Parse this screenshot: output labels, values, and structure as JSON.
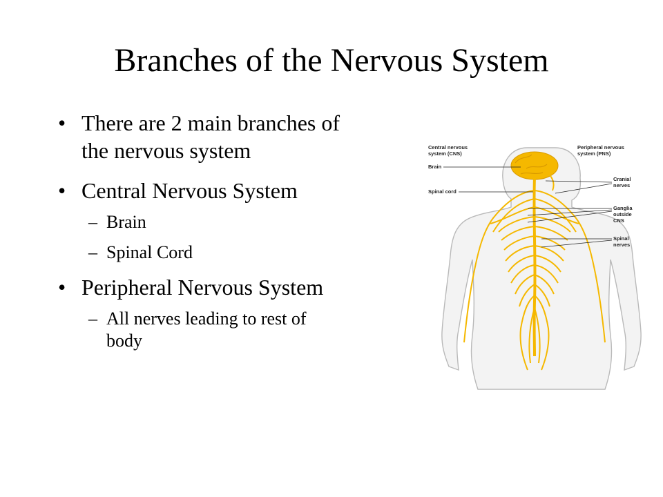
{
  "slide": {
    "title": "Branches of the Nervous System",
    "bullets": [
      {
        "text": "There are 2 main branches of the nervous system",
        "line1": "There are 2 main branches of",
        "line2": "the nervous system"
      },
      {
        "text": "Central Nervous System",
        "subitems": [
          "Brain",
          "Spinal Cord"
        ]
      },
      {
        "text": "Peripheral Nervous System",
        "subitems": [
          {
            "line1": "All nerves leading to rest of",
            "line2": "body"
          }
        ]
      }
    ],
    "bullet_glyph": "•",
    "dash_glyph": "–"
  },
  "figure": {
    "labels": {
      "cns": [
        "Central nervous",
        "system (CNS)"
      ],
      "pns": [
        "Peripheral nervous",
        "system (PNS)"
      ],
      "brain": "Brain",
      "spinal_cord": "Spinal cord",
      "cranial": [
        "Cranial",
        "nerves"
      ],
      "ganglia": [
        "Ganglia",
        "outside",
        "CNS"
      ],
      "spinal_nerves": [
        "Spinal",
        "nerves"
      ]
    },
    "colors": {
      "nerve": "#f5b800",
      "nerve_light": "#ffd54a",
      "skin_outline": "#b9b9b9",
      "body_fill": "#f3f3f3"
    }
  }
}
